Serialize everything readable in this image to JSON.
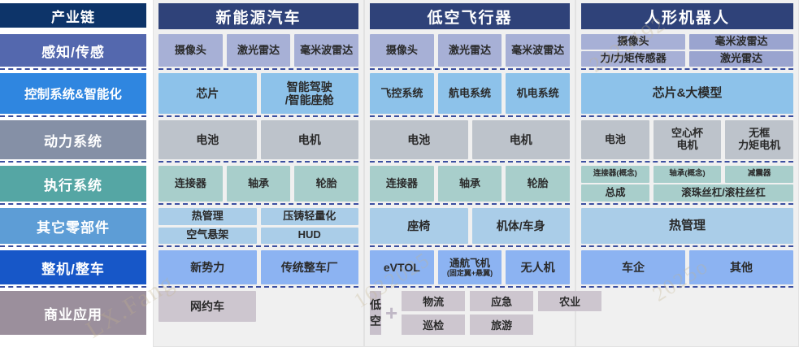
{
  "colors": {
    "header_main": "#0d3469",
    "header_col": "#2f4279",
    "row_perception": "#5468ae",
    "row_control": "#2f86e0",
    "row_power": "#8590a6",
    "row_exec": "#55a6a4",
    "row_parts": "#5d9dd6",
    "row_vehicle": "#1757c8",
    "row_app": "#9b8f9c",
    "cell_perception": "#a7b0d6",
    "cell_control": "#8dc2ea",
    "cell_power": "#bdc3cb",
    "cell_exec": "#a8cecb",
    "cell_parts": "#aacde8",
    "cell_vehicle": "#8cb3f2",
    "cell_app": "#cdc6cf"
  },
  "row_labels": {
    "title": "产业链",
    "perception": "感知/传感",
    "control": "控制系统&智能化",
    "power": "动力系统",
    "execution": "执行系统",
    "parts": "其它零部件",
    "vehicle": "整机/整车",
    "application": "商业应用"
  },
  "columns": [
    {
      "header": "新能源汽车",
      "perception": [
        "摄像头",
        "激光雷达",
        "毫米波雷达"
      ],
      "control": [
        "芯片",
        "智能驾驶\n/智能座舱"
      ],
      "power": [
        "电池",
        "电机"
      ],
      "execution": [
        "连接器",
        "轴承",
        "轮胎"
      ],
      "parts_line1": [
        "热管理",
        "压铸轻量化"
      ],
      "parts_line2": [
        "空气悬架",
        "HUD"
      ],
      "vehicle": [
        "新势力",
        "传统整车厂"
      ],
      "application": [
        "网约车",
        ""
      ]
    },
    {
      "header": "低空飞行器",
      "perception": [
        "摄像头",
        "激光雷达",
        "毫米波雷达"
      ],
      "control": [
        "飞控系统",
        "航电系统",
        "机电系统"
      ],
      "power": [
        "电池",
        "电机"
      ],
      "execution": [
        "连接器",
        "轴承",
        "轮胎"
      ],
      "parts": [
        "座椅",
        "机体/车身"
      ],
      "vehicle": [
        {
          "text": "eVTOL",
          "sub": ""
        },
        {
          "text": "通航飞机",
          "sub": "(固定翼+悬翼)"
        },
        {
          "text": "无人机",
          "sub": ""
        }
      ],
      "application_key": "低空",
      "application_plus": "+",
      "application_line1": [
        "物流",
        "应急",
        "农业"
      ],
      "application_line2": [
        "巡检",
        "旅游"
      ]
    },
    {
      "header": "人形机器人",
      "perception_line1": [
        "摄像头",
        "毫米波雷达"
      ],
      "perception_line2": [
        "力/力矩传感器",
        "激光雷达"
      ],
      "control": [
        "芯片&大模型"
      ],
      "power": [
        "电池",
        "空心杯\n电机",
        "无框\n力矩电机"
      ],
      "execution_line1": [
        "连接器(概念)",
        "轴承(概念)",
        "减震器"
      ],
      "execution_line2": [
        "总成",
        "滚珠丝杠/滚柱丝杠"
      ],
      "parts": [
        "热管理"
      ],
      "vehicle": [
        "车企",
        "其他"
      ],
      "application": []
    }
  ],
  "watermarks": [
    "LX.Fang",
    "1632025",
    "2025192",
    "2025o"
  ]
}
